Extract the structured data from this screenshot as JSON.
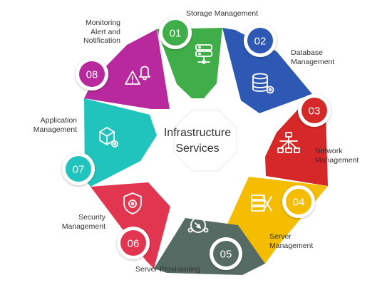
{
  "center": {
    "line1": "Infrastructure",
    "line2": "Services"
  },
  "segments": [
    {
      "number": "01",
      "label_lines": [
        "Storage Management"
      ],
      "color": "#3fae49",
      "icon": "storage-server-icon"
    },
    {
      "number": "02",
      "label_lines": [
        "Database",
        "Management"
      ],
      "color": "#2d58b4",
      "icon": "database-gear-icon"
    },
    {
      "number": "03",
      "label_lines": [
        "Network",
        "Management"
      ],
      "color": "#d62828",
      "icon": "network-icon"
    },
    {
      "number": "04",
      "label_lines": [
        "Server",
        "Management"
      ],
      "color": "#f5bd02",
      "icon": "server-tools-icon"
    },
    {
      "number": "05",
      "label_lines": [
        "Server Provisioning"
      ],
      "color": "#556b63",
      "icon": "network-gear-icon"
    },
    {
      "number": "06",
      "label_lines": [
        "Security",
        "Management"
      ],
      "color": "#e2354f",
      "icon": "security-shield-icon"
    },
    {
      "number": "07",
      "label_lines": [
        "Application",
        "Management"
      ],
      "color": "#21c4bd",
      "icon": "application-box-icon"
    },
    {
      "number": "08",
      "label_lines": [
        "Monitoring",
        "Alert and",
        "Notification"
      ],
      "color": "#b7299c",
      "icon": "alert-bell-icon"
    }
  ]
}
